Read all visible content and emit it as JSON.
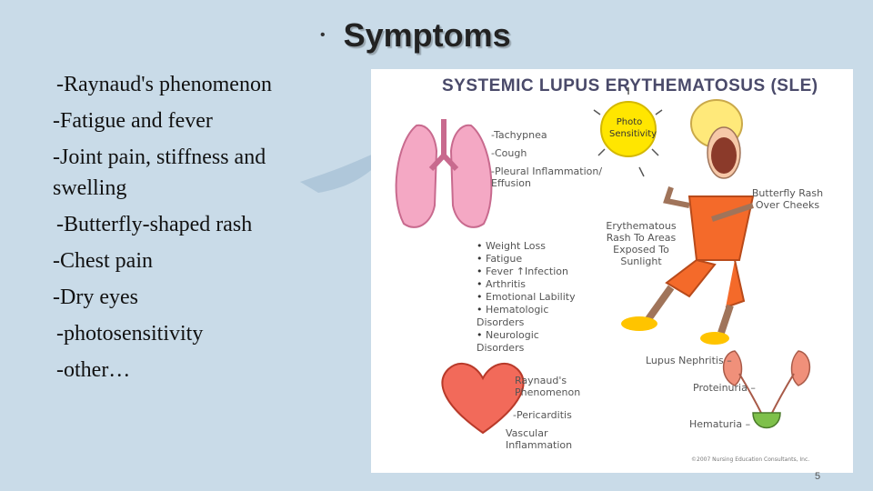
{
  "slide": {
    "title": "Symptoms",
    "title_bullet": "•",
    "symptoms": [
      "-Raynaud's phenomenon",
      "-Fatigue and fever",
      "-Joint pain, stiffness and swelling",
      "-Butterfly-shaped rash",
      "-Chest pain",
      "-Dry eyes",
      "-photosensitivity",
      "-other…"
    ],
    "page_number": "5"
  },
  "illustration": {
    "title": "SYSTEMIC LUPUS ERYTHEMATOSUS (SLE)",
    "lung_labels": [
      "-Tachypnea",
      "-Cough",
      "-Pleural Inflammation/ Effusion"
    ],
    "sun_label": "Photo Sensitivity",
    "rash_label": "Butterfly Rash Over Cheeks",
    "erythematous_label": "Erythematous Rash To Areas Exposed To Sunlight",
    "systemic_list": [
      "Weight Loss",
      "Fatigue",
      "Fever ↑Infection",
      "Arthritis",
      "Emotional Lability",
      "Hematologic Disorders",
      "Neurologic Disorders"
    ],
    "heart_labels": [
      "Raynaud's Phenomenon",
      "-Pericarditis",
      "Vascular Inflammation"
    ],
    "kidney_labels": [
      "Lupus Nephritis –",
      "Proteinuria –",
      "Hematuria –"
    ],
    "copyright": "©2007 Nursing Education Consultants, Inc.",
    "colors": {
      "lungs": "#f4a8c4",
      "sun": "#ffe600",
      "shirt": "#f46a2a",
      "heart": "#f26a5a",
      "kidney": "#f0907a",
      "hair": "#ffe97a",
      "rash": "#8b3a2a"
    }
  }
}
